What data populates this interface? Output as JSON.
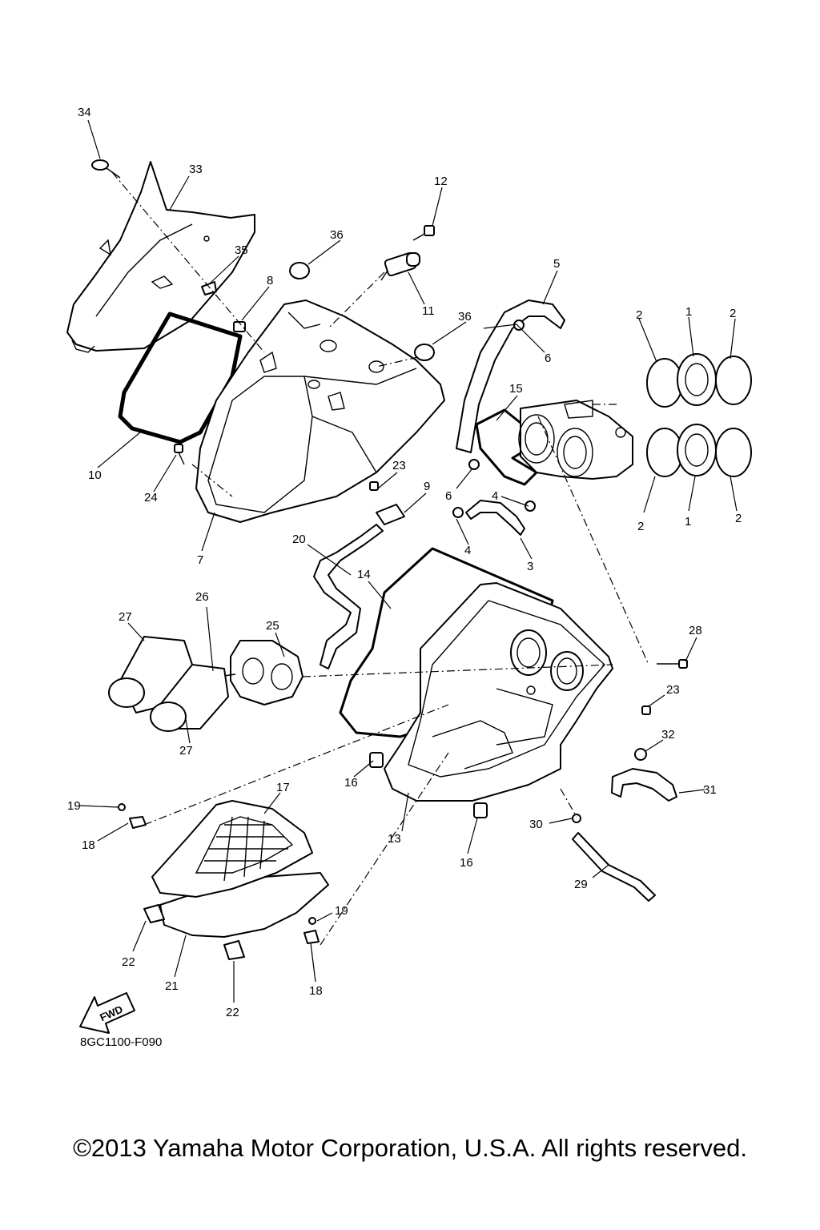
{
  "diagram": {
    "drawing_code": "8GC1100-F090",
    "fwd_marker": "FWD",
    "callouts": [
      "1",
      "2",
      "3",
      "4",
      "5",
      "6",
      "7",
      "8",
      "9",
      "10",
      "11",
      "12",
      "13",
      "14",
      "15",
      "16",
      "17",
      "18",
      "19",
      "20",
      "21",
      "22",
      "23",
      "24",
      "25",
      "26",
      "27",
      "28",
      "29",
      "30",
      "31",
      "32",
      "33",
      "34",
      "35",
      "36"
    ]
  },
  "footer": {
    "copyright": "©2013 Yamaha Motor Corporation, U.S.A. All rights reserved."
  }
}
